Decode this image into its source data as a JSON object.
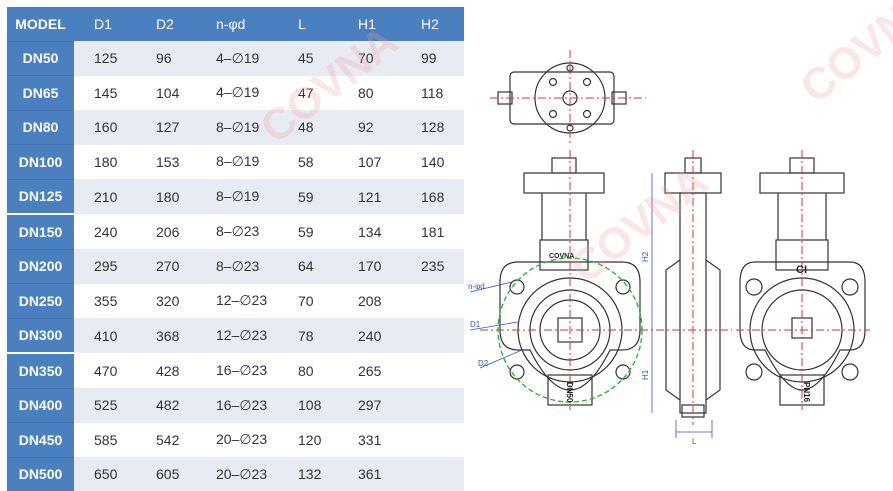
{
  "table": {
    "headers": [
      "MODEL",
      "D1",
      "D2",
      "n-φd",
      "L",
      "H1",
      "H2"
    ],
    "rows": [
      [
        "DN50",
        "125",
        "96",
        "4–∅19",
        "45",
        "70",
        "99"
      ],
      [
        "DN65",
        "145",
        "104",
        "4–∅19",
        "47",
        "80",
        "118"
      ],
      [
        "DN80",
        "160",
        "127",
        "8–∅19",
        "48",
        "92",
        "128"
      ],
      [
        "DN100",
        "180",
        "153",
        "8–∅19",
        "58",
        "107",
        "140"
      ],
      [
        "DN125",
        "210",
        "180",
        "8–∅19",
        "59",
        "121",
        "168"
      ],
      [
        "DN150",
        "240",
        "206",
        "8–∅23",
        "59",
        "134",
        "181"
      ],
      [
        "DN200",
        "295",
        "270",
        "8–∅23",
        "64",
        "170",
        "235"
      ],
      [
        "DN250",
        "355",
        "320",
        "12–∅23",
        "70",
        "208",
        ""
      ],
      [
        "DN300",
        "410",
        "368",
        "12–∅23",
        "78",
        "240",
        ""
      ],
      [
        "DN350",
        "470",
        "428",
        "16–∅23",
        "80",
        "265",
        ""
      ],
      [
        "DN400",
        "525",
        "482",
        "16–∅23",
        "108",
        "297",
        ""
      ],
      [
        "DN450",
        "585",
        "542",
        "20–∅23",
        "120",
        "331",
        ""
      ],
      [
        "DN500",
        "650",
        "605",
        "20–∅23",
        "132",
        "361",
        ""
      ]
    ]
  },
  "drawing": {
    "labels": {
      "brand": "COVNA",
      "nphi": "n-φd",
      "d1": "D1",
      "d2": "D2",
      "h1": "H1",
      "h2": "H2",
      "l": "L",
      "ci": "CI",
      "pn": "PN16",
      "dn": "DN50"
    }
  },
  "watermark": "COVNA",
  "colors": {
    "header_bg": "#4a80c0",
    "stripe": "#e9ebf3",
    "centerline": "#e03030",
    "circle": "#22bb33",
    "dim": "#3355cc"
  }
}
